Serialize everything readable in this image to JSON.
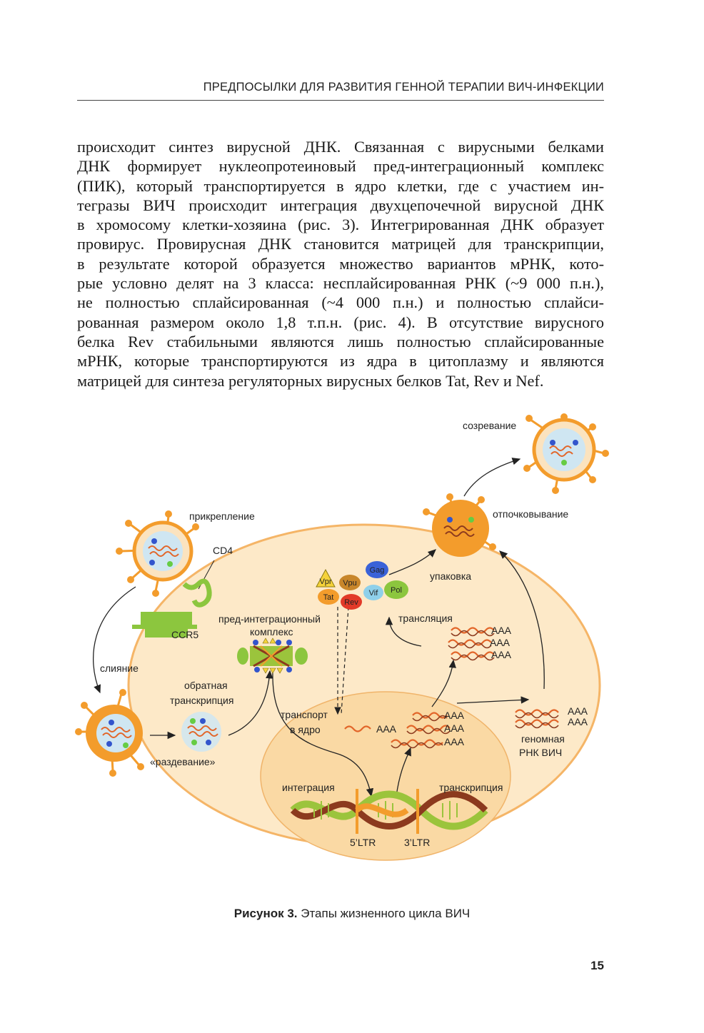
{
  "header": {
    "title": "ПРЕДПОСЫЛКИ ДЛЯ РАЗВИТИЯ ГЕННОЙ ТЕРАПИИ ВИЧ-ИНФЕКЦИИ"
  },
  "body_lines": [
    "происходит синтез вирусной ДНК. Связанная с вирусными белками",
    "ДНК формирует нуклеопротеиновый пред-интеграционный комплекс",
    "(ПИК), который транспортируется в ядро клетки, где с участием ин-",
    "тегразы ВИЧ происходит интеграция двухцепочечной вирусной ДНК",
    "в хромосому клетки-хозяина (рис. 3). Интегрированная ДНК образует",
    "провирус. Провирусная ДНК становится матрицей для транскрипции,",
    "в результате которой образуется множество вариантов мРНК, кото-",
    "рые условно делят на 3 класса: несплайсированная РНК (~9 000 п.н.),",
    "не полностью сплайсированная (~4 000 п.н.) и полностью сплайси-",
    "рованная размером около 1,8 т.п.н. (рис. 4). В отсутствие вирусного",
    "белка Rev стабильными являются лишь полностью сплайсированные",
    "мРНК, которые транспортируются из ядра в цитоплазму и являются",
    "матрицей для синтеза регуляторных вирусных белков Tat, Rev и Nef."
  ],
  "figure": {
    "labels": {
      "maturation": "созревание",
      "budding": "отпочковывание",
      "attachment": "прикрепление",
      "cd4": "CD4",
      "ccr5": "CCR5",
      "fusion": "слияние",
      "reverse_transcription_1": "обратная",
      "reverse_transcription_2": "транскрипция",
      "uncoating": "«раздевание»",
      "pic_1": "пред-интеграционный",
      "pic_2": "комплекс",
      "packaging": "упаковка",
      "translation": "трансляция",
      "transport_1": "транспорт",
      "transport_2": "в ядро",
      "integration": "интеграция",
      "transcription": "транскрипция",
      "ltr5": "5’LTR",
      "ltr3": "3’LTR",
      "genomic_1": "геномная",
      "genomic_2": "РНК ВИЧ",
      "poly_a": "AAA"
    },
    "proteins": {
      "vpr": "Vpr",
      "vpu": "Vpu",
      "tat": "Tat",
      "rev": "Rev",
      "gag": "Gag",
      "vif": "Vif",
      "pol": "Pol"
    },
    "colors": {
      "cell_fill": "#fde9c8",
      "cell_stroke": "#f5b567",
      "nucleus_fill": "#fad9a4",
      "virus_orange": "#f39c2c",
      "rna_orange": "#e2662a",
      "dna_green": "#9bc43c",
      "dna_brown": "#8c3a1e",
      "receptor_green": "#8cc63e"
    }
  },
  "caption": {
    "label": "Рисунок 3.",
    "text": " Этапы жизненного цикла ВИЧ"
  },
  "page_number": "15"
}
